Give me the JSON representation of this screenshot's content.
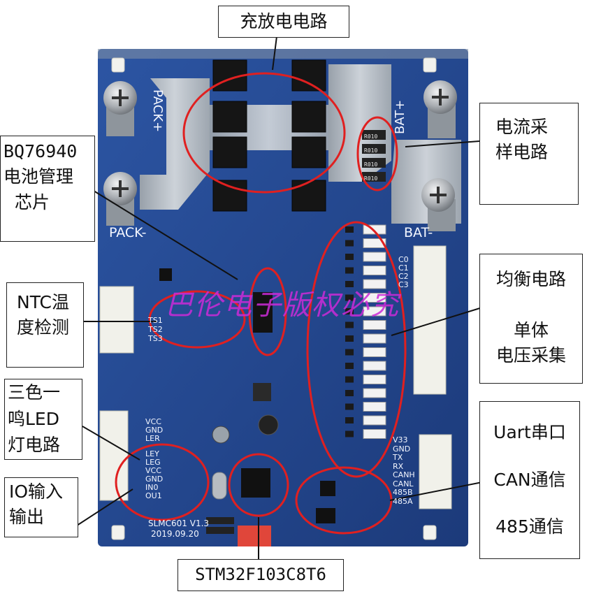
{
  "labels": {
    "charge_discharge": "充放电电路",
    "current_sampling": [
      "电流采",
      "样电路"
    ],
    "bms_chip": [
      "BQ76940",
      "电池管理",
      "芯片"
    ],
    "ntc": [
      "NTC温",
      "度检测"
    ],
    "led": [
      "三色一",
      "鸣LED",
      "灯电路"
    ],
    "io": [
      "IO输入",
      "输出"
    ],
    "balance": "均衡电路",
    "cell_voltage": [
      "单体",
      "电压采集"
    ],
    "comm": [
      "Uart串口",
      "CAN通信",
      "485通信"
    ],
    "mcu": "STM32F103C8T6"
  },
  "watermark": "巴伦电子版权必究",
  "board_silkscreen": {
    "pack_plus": "PACK+",
    "pack_minus": "PACK-",
    "bat_plus": "BAT+",
    "bat_minus": "BAT-",
    "model": "SLMC601 V1.3",
    "date": "2019.09.20",
    "ntc_pins": [
      "TS1",
      "TS2",
      "TS3"
    ],
    "led_pins": [
      "VCC",
      "GND",
      "LER"
    ],
    "io_pins": [
      "LEY",
      "LEG",
      "VCC",
      "GND",
      "IN0",
      "OU1"
    ],
    "comm_pins": [
      "V33",
      "GND",
      "TX",
      "RX",
      "CANH",
      "CANL",
      "485B",
      "485A"
    ],
    "cell_pins": [
      "C0",
      "C1",
      "C2",
      "C3"
    ],
    "resistor_mark": "R010"
  },
  "colors": {
    "pcb_blue": "#24478f",
    "annotation_red": "#e02020",
    "watermark": "#cc2bd8",
    "copper_silver": "#b9bfc4"
  }
}
